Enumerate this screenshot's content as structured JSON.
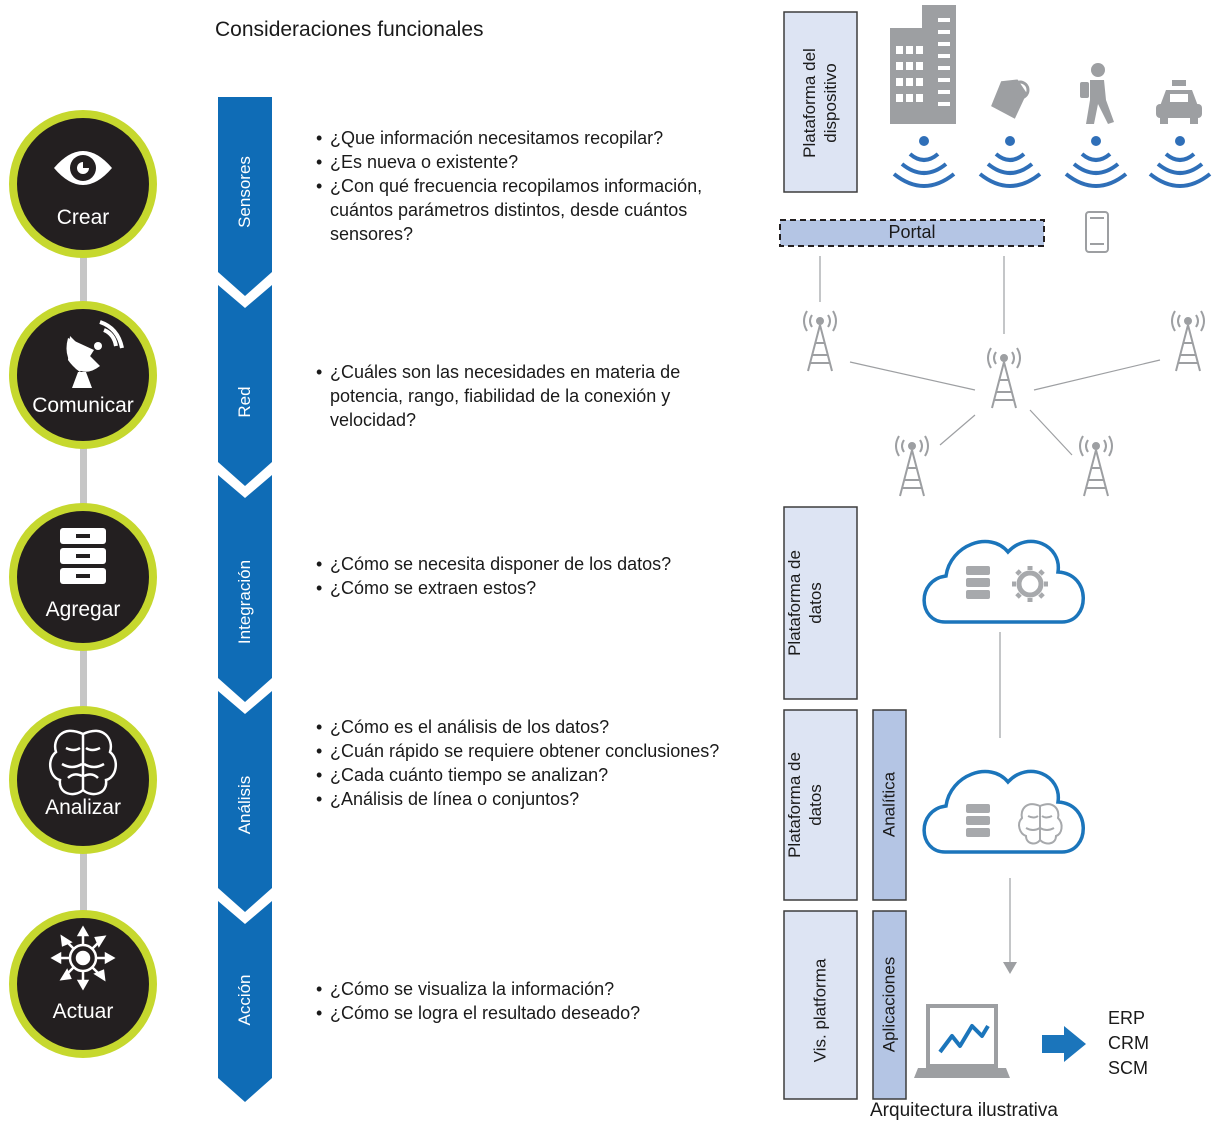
{
  "title": "Consideraciones funcionales",
  "stages": [
    {
      "circle_label": "Crear",
      "icon": "eye-icon",
      "band_label": "Sensores",
      "questions": [
        "¿Que información necesitamos recopilar?",
        "¿Es nueva o existente?",
        "¿Con qué frecuencia recopilamos información, cuántos parámetros distintos, desde cuántos sensores?"
      ]
    },
    {
      "circle_label": "Comunicar",
      "icon": "satellite-dish-icon",
      "band_label": "Red",
      "questions": [
        "¿Cuáles son las necesidades en materia de potencia, rango, fiabilidad de la conexión y velocidad?"
      ]
    },
    {
      "circle_label": "Agregar",
      "icon": "database-stack-icon",
      "band_label": "Integración",
      "questions": [
        "¿Cómo se necesita disponer de los datos?",
        "¿Cómo se extraen estos?"
      ]
    },
    {
      "circle_label": "Analizar",
      "icon": "brain-icon",
      "band_label": "Análisis",
      "questions": [
        "¿Cómo es el análisis de los datos?",
        "¿Cuán rápido se requiere obtener conclusiones?",
        "¿Cada cuánto tiempo se analizan?",
        "¿Análisis de línea o conjuntos?"
      ]
    },
    {
      "circle_label": "Actuar",
      "icon": "actuator-icon",
      "band_label": "Acción",
      "questions": [
        "¿Cómo se visualiza la información?",
        "¿Cómo se logra el resultado deseado?"
      ]
    }
  ],
  "architecture": {
    "device_platform": "Plataforma del dispositivo",
    "portal": "Portal",
    "data_platform_1": "Plataforma de datos",
    "data_platform_2": "Plataforma de datos",
    "analytics": "Analítica",
    "vis_platform": "Vis. platforma",
    "applications": "Aplicaciones",
    "systems": [
      "ERP",
      "CRM",
      "SCM"
    ],
    "caption": "Arquitectura ilustrativa"
  },
  "colors": {
    "band_blue": "#0f6cb6",
    "circle_dark": "#231f20",
    "circle_ring": "#c6d82e",
    "connector_gray": "#c6c6c6",
    "panel_fill": "#dde4f3",
    "panel_dark_fill": "#b4c5e4",
    "wifi_blue": "#2f6fb8",
    "cloud_blue": "#1b75bb",
    "icon_gray": "#a7a9ac"
  }
}
